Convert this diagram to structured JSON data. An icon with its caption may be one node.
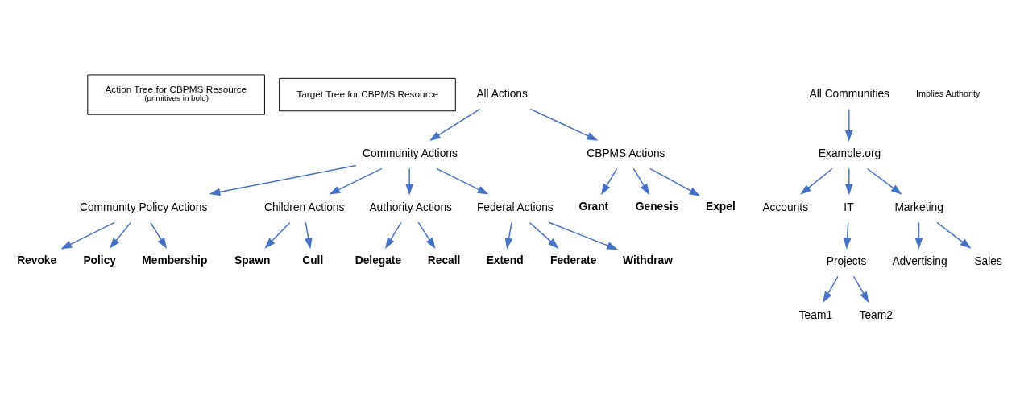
{
  "diagram": {
    "nodes": [
      {
        "text": [
          "Action Tree for CBPMS Resource",
          "(primitives in bold)"
        ]
      },
      {
        "text": [
          "Target Tree for CBPMS Resource"
        ]
      },
      {
        "text": [
          "All Actions"
        ]
      },
      {
        "text": [
          "Community Actions"
        ]
      },
      {
        "text": [
          "CBPMS Actions"
        ]
      },
      {
        "text": [
          "Grant"
        ]
      },
      {
        "text": [
          "Genesis"
        ]
      },
      {
        "text": [
          "Expel"
        ]
      },
      {
        "text": [
          "Community Policy Actions"
        ]
      },
      {
        "text": [
          "Children Actions"
        ]
      },
      {
        "text": [
          "Authority Actions"
        ]
      },
      {
        "text": [
          "Federal Actions"
        ]
      },
      {
        "text": [
          "Revoke"
        ]
      },
      {
        "text": [
          "Policy"
        ]
      },
      {
        "text": [
          "Membership"
        ]
      },
      {
        "text": [
          "Spawn"
        ]
      },
      {
        "text": [
          "Cull"
        ]
      },
      {
        "text": [
          "Delegate"
        ]
      },
      {
        "text": [
          "Recall"
        ]
      },
      {
        "text": [
          "Extend"
        ]
      },
      {
        "text": [
          "Federate"
        ]
      },
      {
        "text": [
          "Withdraw"
        ]
      },
      {
        "text": [
          "All Communities"
        ]
      },
      {
        "text": [
          "Example.org"
        ]
      },
      {
        "text": [
          "Accounts"
        ]
      },
      {
        "text": [
          "IT"
        ]
      },
      {
        "text": [
          "Marketing"
        ]
      },
      {
        "text": [
          "Projects"
        ]
      },
      {
        "text": [
          "Advertising"
        ]
      },
      {
        "text": [
          "Sales"
        ]
      },
      {
        "text": [
          "Team1"
        ]
      },
      {
        "text": [
          "Team2"
        ]
      }
    ],
    "edges": [
      {
        "from": 2,
        "to": 3,
        "arrow": "to"
      },
      {
        "from": 2,
        "to": 4,
        "arrow": "to"
      },
      {
        "from": 4,
        "to": 5,
        "arrow": "to"
      },
      {
        "from": 4,
        "to": 6,
        "arrow": "to"
      },
      {
        "from": 4,
        "to": 7,
        "arrow": "to"
      },
      {
        "from": 3,
        "to": 8,
        "arrow": "to"
      },
      {
        "from": 3,
        "to": 9,
        "arrow": "to"
      },
      {
        "from": 3,
        "to": 10,
        "arrow": "to"
      },
      {
        "from": 3,
        "to": 11,
        "arrow": "to"
      },
      {
        "from": 8,
        "to": 12,
        "arrow": "to"
      },
      {
        "from": 8,
        "to": 13,
        "arrow": "to"
      },
      {
        "from": 8,
        "to": 14,
        "arrow": "to"
      },
      {
        "from": 9,
        "to": 15,
        "arrow": "to"
      },
      {
        "from": 9,
        "to": 16,
        "arrow": "to"
      },
      {
        "from": 10,
        "to": 17,
        "arrow": "to"
      },
      {
        "from": 10,
        "to": 18,
        "arrow": "to"
      },
      {
        "from": 11,
        "to": 19,
        "arrow": "to"
      },
      {
        "from": 11,
        "to": 20,
        "arrow": "to"
      },
      {
        "from": 11,
        "to": 21,
        "arrow": "to"
      },
      {
        "from": 22,
        "to": 23,
        "arrow": "to"
      },
      {
        "from": 23,
        "to": 24,
        "arrow": "to"
      },
      {
        "from": 23,
        "to": 25,
        "arrow": "to"
      },
      {
        "from": 23,
        "to": 26,
        "arrow": "to"
      },
      {
        "from": 25,
        "to": 27,
        "arrow": "to"
      },
      {
        "from": 26,
        "to": 28,
        "arrow": "to"
      },
      {
        "from": 26,
        "to": 29,
        "arrow": "to"
      },
      {
        "from": 27,
        "to": 30,
        "arrow": "to"
      },
      {
        "from": 27,
        "to": 31,
        "arrow": "to"
      }
    ],
    "legend": [
      {
        "text": "Implies Authority"
      }
    ]
  }
}
